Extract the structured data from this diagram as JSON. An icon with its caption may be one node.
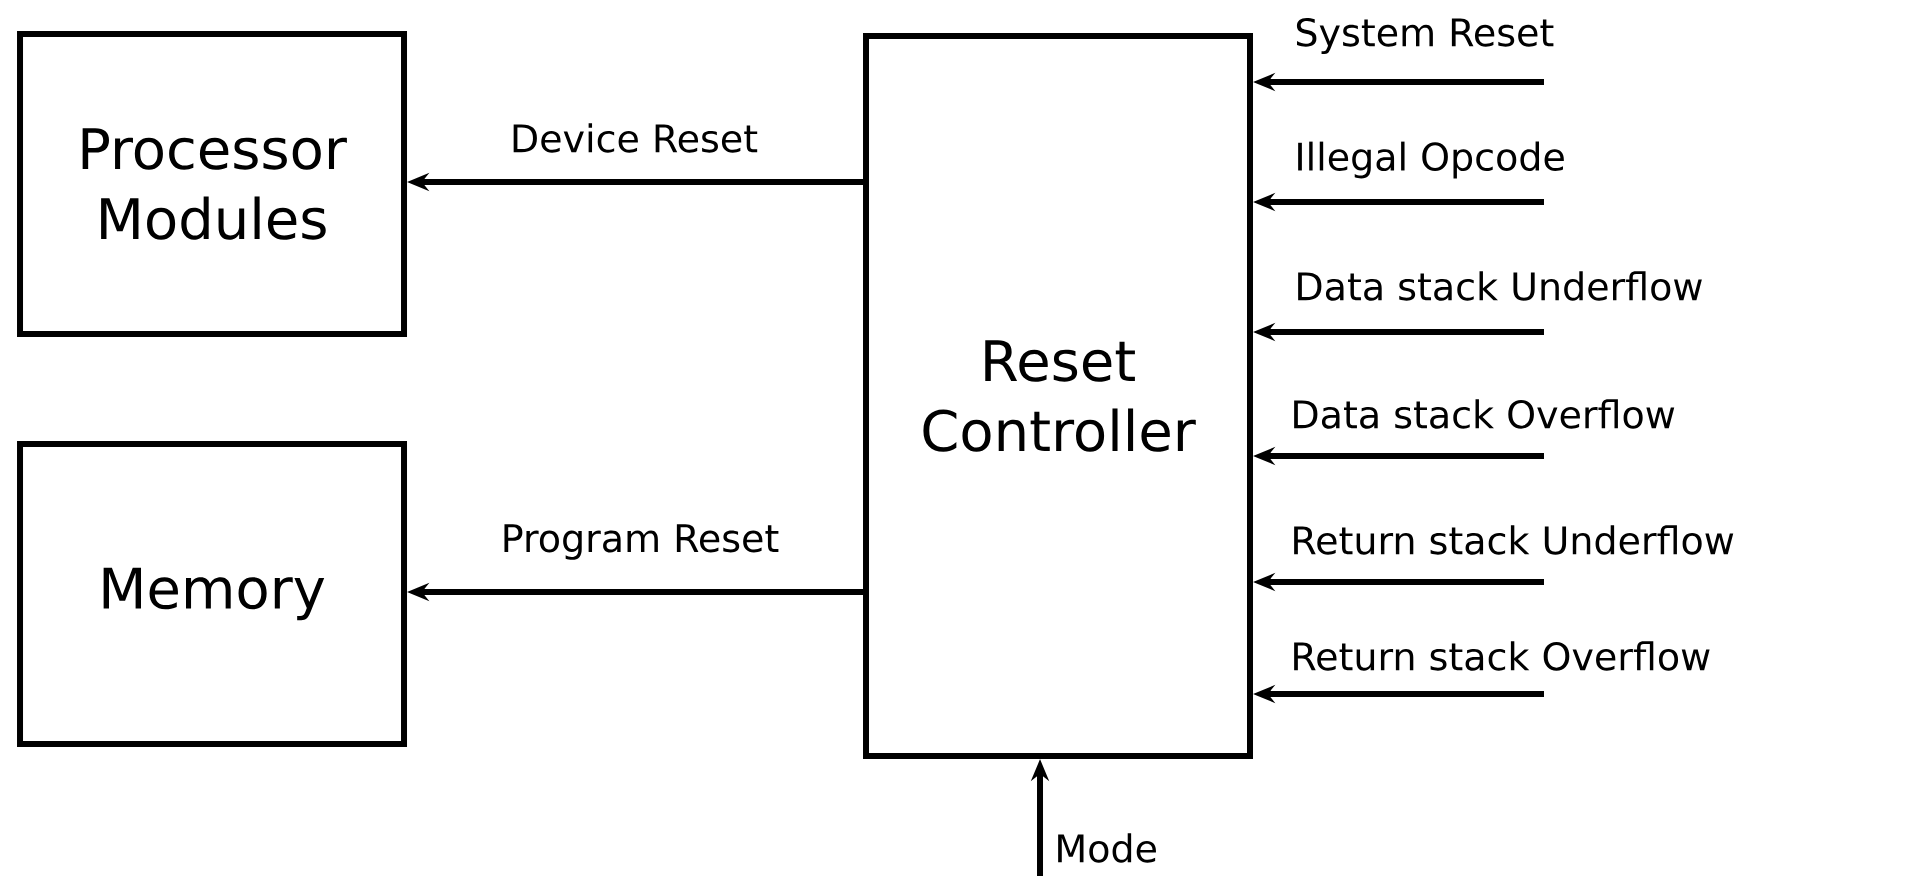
{
  "diagram": {
    "nodes": [
      {
        "text": [
          "Processor Modules"
        ]
      },
      {
        "text": [
          "Memory"
        ]
      },
      {
        "text": [
          "Reset Controller"
        ]
      }
    ],
    "edges": [
      {
        "from": 2,
        "to": 0,
        "arrow": "to",
        "label": "Device Reset"
      },
      {
        "from": 2,
        "to": 1,
        "arrow": "to",
        "label": "Program Reset"
      },
      {
        "from": null,
        "to": 2,
        "arrow": "to",
        "label": "System Reset"
      },
      {
        "from": null,
        "to": 2,
        "arrow": "to",
        "label": "Illegal Opcode"
      },
      {
        "from": null,
        "to": 2,
        "arrow": "to",
        "label": "Data stack Underflow"
      },
      {
        "from": null,
        "to": 2,
        "arrow": "to",
        "label": "Data stack Overflow"
      },
      {
        "from": null,
        "to": 2,
        "arrow": "to",
        "label": "Return stack Underflow"
      },
      {
        "from": null,
        "to": 2,
        "arrow": "to",
        "label": "Return stack Overflow"
      },
      {
        "from": null,
        "to": 2,
        "arrow": "to",
        "label": "Mode"
      }
    ]
  }
}
